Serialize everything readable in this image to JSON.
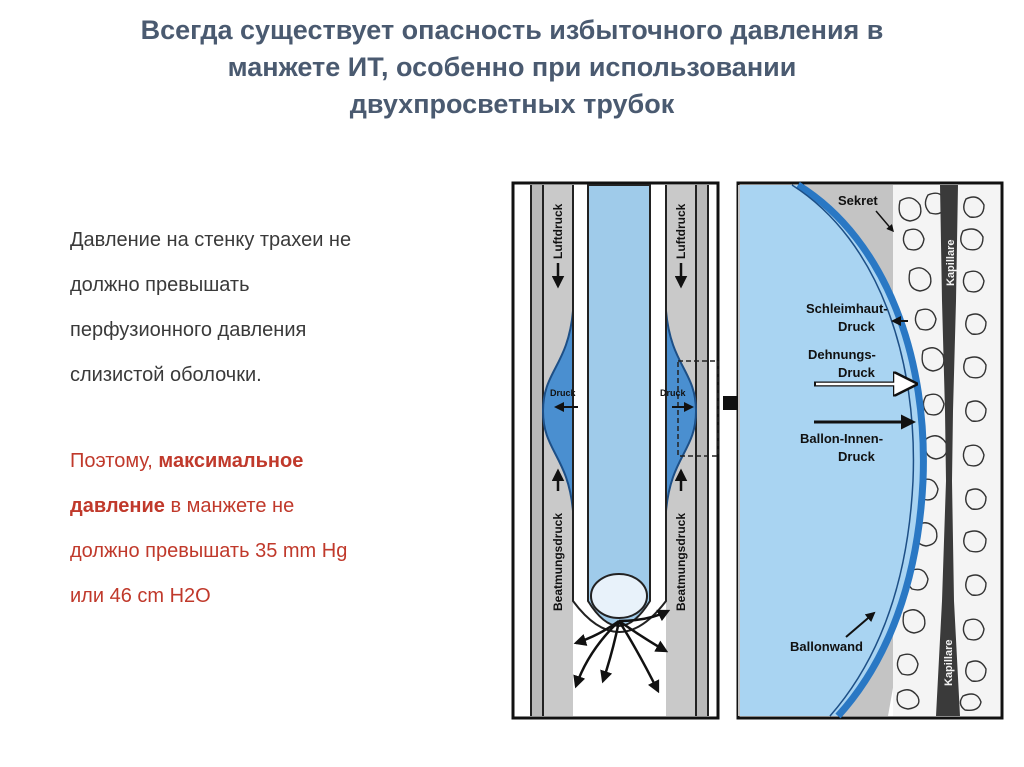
{
  "title": {
    "line1": "Всегда существует опасность избыточного давления в",
    "line2": "манжете ИТ, особенно при использовании",
    "line3": "двухпросветных трубок"
  },
  "body": {
    "para1": {
      "line1": "Давление на стенку трахеи не",
      "line2": "должно превышать",
      "line3": "перфузионного давления",
      "line4": "слизистой оболочки."
    },
    "para2": {
      "prefix": "Поэтому, ",
      "bold1": "максимальное",
      "bold2": "давление",
      "line2_rest": " в манжете не",
      "line3": "должно превышать 35 mm Hg",
      "line4": "или 46 cm H2O"
    }
  },
  "diagram": {
    "labels": {
      "luftdruck_left": "Luftdruck",
      "luftdruck_right": "Luftdruck",
      "druck_left": "Druck",
      "druck_right": "Druck",
      "beatmungsdruck_left": "Beatmungsdruck",
      "beatmungsdruck_right": "Beatmungsdruck",
      "sekret": "Sekret",
      "schleimhaut_1": "Schleimhaut-",
      "schleimhaut_2": "Druck",
      "dehnungs_1": "Dehnungs-",
      "dehnungs_2": "Druck",
      "ballon_innen_1": "Ballon-Innen-",
      "ballon_innen_2": "Druck",
      "ballonwand": "Ballonwand",
      "kapillare_top": "Kapillare",
      "kapillare_bottom": "Kapillare"
    },
    "colors": {
      "tube_fill": "#9fcbea",
      "cuff_fill": "#4a8fd0",
      "balloon_fill": "#a9d4f2",
      "balloon_wall": "#2a78c4",
      "wall_gray": "#b9b9b9"
    }
  }
}
